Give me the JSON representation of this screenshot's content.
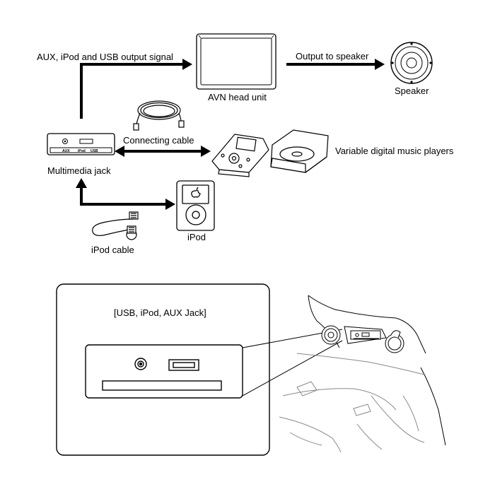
{
  "labels": {
    "output_signal": "AUX, iPod and USB output signal",
    "head_unit": "AVN head unit",
    "output_to_speaker": "Output to speaker",
    "speaker": "Speaker",
    "connecting_cable": "Connecting cable",
    "multimedia_jack": "Multimedia jack",
    "music_players": "Variable digital music players",
    "ipod": "iPod",
    "ipod_cable": "iPod cable",
    "detail_title": "[USB, iPod, AUX Jack]"
  },
  "jack_panel": {
    "aux": "AUX",
    "ipod": "iPod",
    "usb": "USB"
  },
  "icons": [
    "avn-head-unit-icon",
    "speaker-icon",
    "connecting-cable-icon",
    "multimedia-jack-icon",
    "mp3-player-icon",
    "cd-player-icon",
    "ipod-icon",
    "ipod-cable-icon",
    "jack-closeup-icon",
    "dashboard-icon"
  ]
}
